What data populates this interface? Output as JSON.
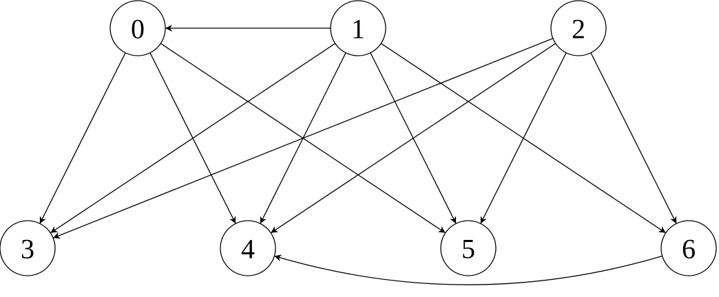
{
  "diagram": {
    "type": "directed-graph",
    "nodes": [
      {
        "id": "0",
        "label": "0"
      },
      {
        "id": "1",
        "label": "1"
      },
      {
        "id": "2",
        "label": "2"
      },
      {
        "id": "3",
        "label": "3"
      },
      {
        "id": "4",
        "label": "4"
      },
      {
        "id": "5",
        "label": "5"
      },
      {
        "id": "6",
        "label": "6"
      }
    ],
    "edges": [
      {
        "from": "1",
        "to": "0"
      },
      {
        "from": "0",
        "to": "3"
      },
      {
        "from": "0",
        "to": "4"
      },
      {
        "from": "0",
        "to": "5"
      },
      {
        "from": "1",
        "to": "3"
      },
      {
        "from": "1",
        "to": "4"
      },
      {
        "from": "1",
        "to": "5"
      },
      {
        "from": "1",
        "to": "6"
      },
      {
        "from": "2",
        "to": "3"
      },
      {
        "from": "2",
        "to": "4"
      },
      {
        "from": "2",
        "to": "5"
      },
      {
        "from": "2",
        "to": "6"
      },
      {
        "from": "6",
        "to": "4",
        "curved": true
      }
    ]
  }
}
